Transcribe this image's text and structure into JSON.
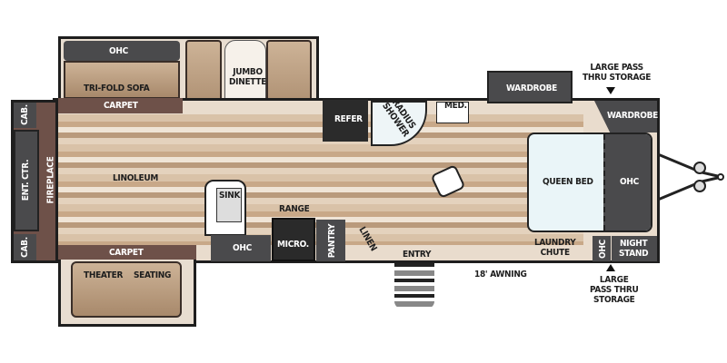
{
  "colors": {
    "wall": "#1e1e1e",
    "cabinet": "#4a4a4c",
    "carpet": "#6e5149",
    "linoleum": "#d9c2a8",
    "bed": "#eaf5f8"
  },
  "labels": {
    "ohc_top": "OHC",
    "tri_fold_sofa": "TRI-FOLD  SOFA",
    "jumbo_dinette": "JUMBO\nDINETTE",
    "carpet_top": "CARPET",
    "cab_top": "CAB.",
    "cab_bottom": "CAB.",
    "ent_ctr": "ENT. CTR.",
    "fireplace": "FIREPLACE",
    "linoleum": "LINOLEUM",
    "carpet_bottom": "CARPET",
    "theater": "THEATER",
    "seating": "SEATING",
    "sink": "SINK",
    "range": "RANGE",
    "ohc_kitchen": "OHC",
    "micro": "MICRO.",
    "pantry": "PANTRY",
    "linen": "LINEN",
    "entry": "ENTRY",
    "refer": "REFER",
    "radius_shower": "RADIUS\nSHOWER",
    "med": "MED.",
    "wardrobe_top": "WARDROBE",
    "wardrobe_front": "WARDROBE",
    "queen_bed": "QUEEN BED",
    "ohc_bed": "OHC",
    "laundry_chute": "LAUNDRY\nCHUTE",
    "ohc_small": "OHC",
    "night_stand": "NIGHT\nSTAND",
    "awning": "18' AWNING",
    "pass_thru_top": "LARGE PASS\nTHRU STORAGE",
    "pass_thru_bottom": "LARGE\nPASS THRU\nSTORAGE"
  }
}
